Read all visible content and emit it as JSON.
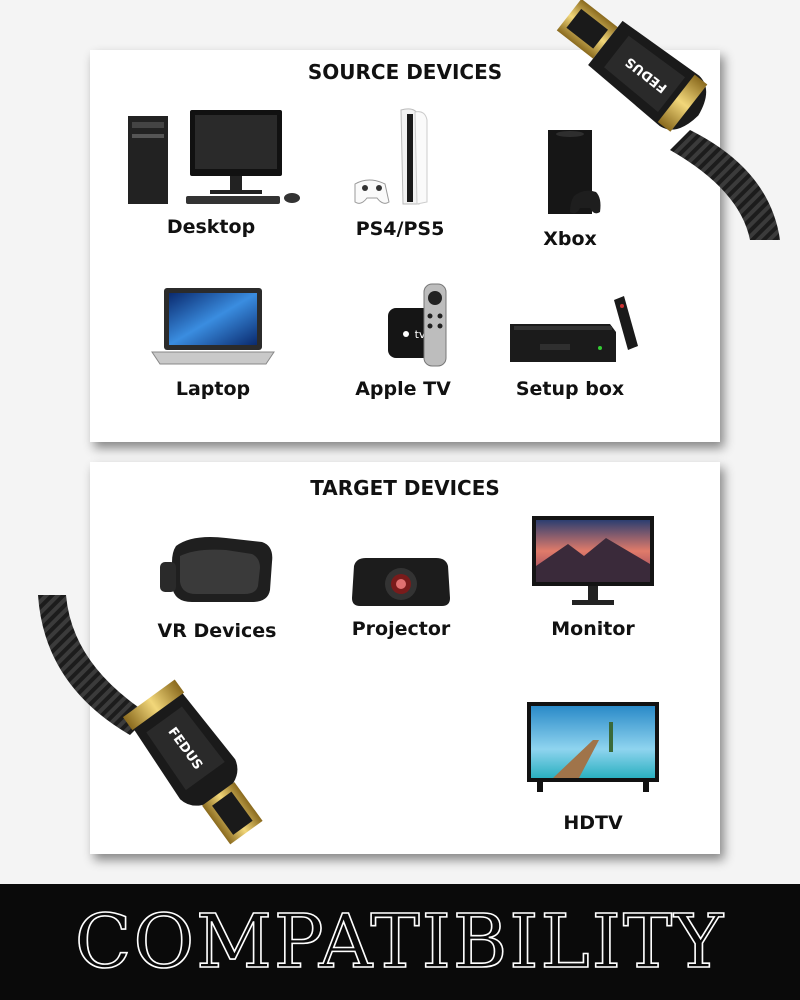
{
  "source": {
    "title": "SOURCE DEVICES",
    "devices": [
      {
        "label": "Desktop",
        "icon": "desktop-computer-icon"
      },
      {
        "label": "PS4/PS5",
        "icon": "game-console-icon"
      },
      {
        "label": "Xbox",
        "icon": "xbox-console-icon"
      },
      {
        "label": "Laptop",
        "icon": "laptop-icon"
      },
      {
        "label": "Apple TV",
        "icon": "apple-tv-icon"
      },
      {
        "label": "Setup box",
        "icon": "set-top-box-icon"
      }
    ]
  },
  "target": {
    "title": "TARGET DEVICES",
    "devices": [
      {
        "label": "VR Devices",
        "icon": "vr-headset-icon"
      },
      {
        "label": "Projector",
        "icon": "projector-icon"
      },
      {
        "label": "Monitor",
        "icon": "monitor-icon"
      },
      {
        "label": "HDTV",
        "icon": "tv-icon"
      }
    ]
  },
  "brand": "FEDUS",
  "apple_tv_badge": "tv",
  "banner": "COMPATIBILITY",
  "colors": {
    "gold": "#d9b44a",
    "banner_bg": "#0a0a0a",
    "panel_bg": "#ffffff"
  }
}
